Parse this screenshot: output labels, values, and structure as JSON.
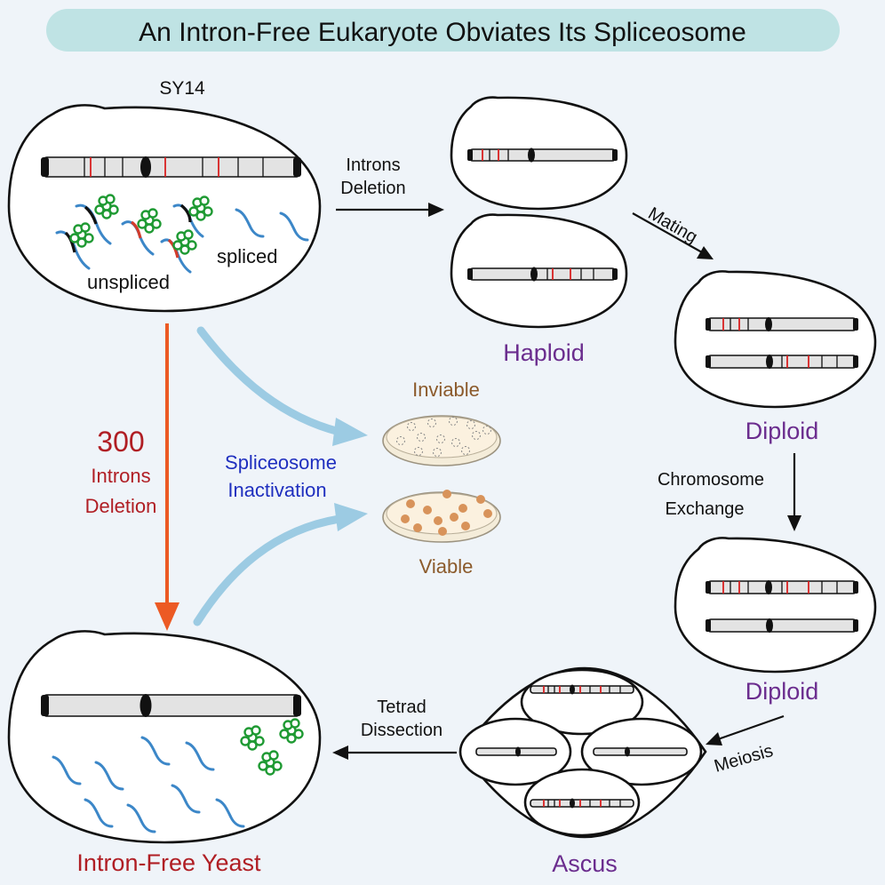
{
  "title": "An Intron-Free Eukaryote Obviates Its Spliceosome",
  "strain": "SY14",
  "labels": {
    "unspliced": "unspliced",
    "spliced": "spliced",
    "haploid": "Haploid",
    "diploid_1": "Diploid",
    "diploid_2": "Diploid",
    "ascus": "Ascus",
    "intron_free_yeast": "Intron-Free Yeast",
    "inviable": "Inviable",
    "viable": "Viable"
  },
  "steps": {
    "introns_deletion": [
      "Introns",
      "Deletion"
    ],
    "mating": "Mating",
    "chromosome_exchange": [
      "Chromosome",
      "Exchange"
    ],
    "meiosis": "Meiosis",
    "tetrad_dissection": [
      "Tetrad",
      "Dissection"
    ],
    "spliceosome_inactivation": [
      "Spliceosome",
      "Inactivation"
    ],
    "bulk_deletion": {
      "count": "300",
      "line1": "Introns",
      "line2": "Deletion"
    }
  },
  "colors": {
    "title_bg": "#bfe3e4",
    "purple": "#6b2d8e",
    "dark_red": "#b01e24",
    "orange_arrow": "#ec5a24",
    "light_blue": "#9ccbe3",
    "blue_text": "#1f2fbf",
    "brown": "#8b5a2b",
    "colony": "#d8935a"
  }
}
